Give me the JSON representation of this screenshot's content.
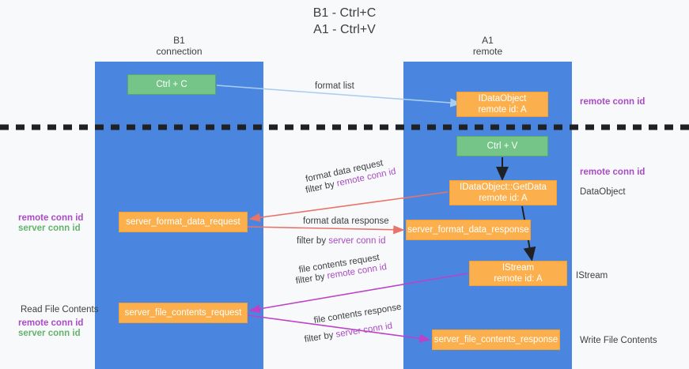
{
  "title": {
    "line1": "B1 - Ctrl+C",
    "line2": "A1 - Ctrl+V"
  },
  "lanes": [
    {
      "id": "b1",
      "name": "B1",
      "role": "connection",
      "color": "#4a86e0"
    },
    {
      "id": "a1",
      "name": "A1",
      "role": "remote",
      "color": "#4a86e0"
    }
  ],
  "colors": {
    "lane": "#4a86e0",
    "green_node": "#76c588",
    "orange_node": "#fbb04d",
    "purple_text": "#a94bc4",
    "green_text": "#64b36e",
    "arrow_blue": "#a9cdf0",
    "arrow_red": "#e8736a",
    "arrow_magenta": "#bb43c6",
    "arrow_black": "#202124",
    "background": "#f8f9fa"
  },
  "nodes": [
    {
      "id": "ctrl-c",
      "line1": "Ctrl + C",
      "line2": "",
      "style": "green"
    },
    {
      "id": "idataobject",
      "line1": "IDataObject",
      "line2": "remote id: A",
      "style": "orange"
    },
    {
      "id": "ctrl-v",
      "line1": "Ctrl + V",
      "line2": "",
      "style": "green"
    },
    {
      "id": "getdata",
      "line1": "IDataObject::GetData",
      "line2": "remote id: A",
      "style": "orange"
    },
    {
      "id": "server-format-data-request",
      "line1": "server_format_data_request",
      "line2": "",
      "style": "orange"
    },
    {
      "id": "server-format-data-response",
      "line1": "server_format_data_response",
      "line2": "",
      "style": "orange"
    },
    {
      "id": "istream",
      "line1": "IStream",
      "line2": "remote id: A",
      "style": "orange"
    },
    {
      "id": "server-file-contents-request",
      "line1": "server_file_contents_request",
      "line2": "",
      "style": "orange"
    },
    {
      "id": "server-file-contents-response",
      "line1": "server_file_contents_response",
      "line2": "",
      "style": "orange"
    }
  ],
  "edge_labels": {
    "format_list": "format list",
    "format_data_request": "format data request",
    "format_data_request_filter_prefix": "filter by ",
    "format_data_request_filter_key": "remote conn id",
    "format_data_response": "format data response",
    "format_data_response_filter_prefix": "filter by ",
    "format_data_response_filter_key": "server conn id",
    "file_contents_request": "file contents request",
    "file_contents_request_filter_prefix": "filter by ",
    "file_contents_request_filter_key": "remote conn id",
    "file_contents_response": "file contents response",
    "file_contents_response_filter_prefix": "filter by ",
    "file_contents_response_filter_key": "server conn id"
  },
  "annotations": {
    "right": [
      {
        "id": "remote-conn-id-1",
        "text": "remote conn id",
        "style": "purple-bold"
      },
      {
        "id": "remote-conn-id-2",
        "text": "remote conn id",
        "style": "purple-bold"
      },
      {
        "id": "dataobject",
        "text": "DataObject",
        "style": "plain"
      },
      {
        "id": "istream",
        "text": "IStream",
        "style": "plain"
      },
      {
        "id": "write-file-contents",
        "text": "Write File Contents",
        "style": "plain"
      }
    ],
    "left": [
      {
        "id": "remote-conn-id-1",
        "text": "remote conn id",
        "style": "purple-bold"
      },
      {
        "id": "server-conn-id-1",
        "text": "server conn id",
        "style": "green-bold"
      },
      {
        "id": "read-file-contents",
        "text": "Read File Contents",
        "style": "plain"
      },
      {
        "id": "remote-conn-id-2",
        "text": "remote conn id",
        "style": "purple-bold"
      },
      {
        "id": "server-conn-id-2",
        "text": "server conn id",
        "style": "green-bold"
      }
    ]
  }
}
